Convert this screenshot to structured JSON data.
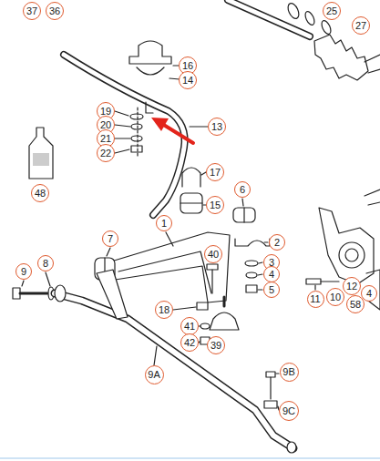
{
  "diagram": {
    "nodes": [
      {
        "text": [
          "37"
        ]
      },
      {
        "text": [
          "36"
        ]
      },
      {
        "text": [
          "25"
        ]
      },
      {
        "text": [
          "27"
        ]
      },
      {
        "text": [
          "16"
        ]
      },
      {
        "text": [
          "14"
        ]
      },
      {
        "text": [
          "19"
        ]
      },
      {
        "text": [
          "20"
        ]
      },
      {
        "text": [
          "13"
        ]
      },
      {
        "text": [
          "21"
        ]
      },
      {
        "text": [
          "22"
        ]
      },
      {
        "text": [
          "17"
        ]
      },
      {
        "text": [
          "6"
        ]
      },
      {
        "text": [
          "48"
        ]
      },
      {
        "text": [
          "15"
        ]
      },
      {
        "text": [
          "1"
        ]
      },
      {
        "text": [
          "7"
        ]
      },
      {
        "text": [
          "2"
        ]
      },
      {
        "text": [
          "40"
        ]
      },
      {
        "text": [
          "3"
        ]
      },
      {
        "text": [
          "8"
        ]
      },
      {
        "text": [
          "9"
        ]
      },
      {
        "text": [
          "4"
        ]
      },
      {
        "text": [
          "12"
        ]
      },
      {
        "text": [
          "5"
        ]
      },
      {
        "text": [
          "58"
        ]
      },
      {
        "text": [
          "10"
        ]
      },
      {
        "text": [
          "11"
        ]
      },
      {
        "text": [
          "4"
        ]
      },
      {
        "text": [
          "18"
        ]
      },
      {
        "text": [
          "41"
        ]
      },
      {
        "text": [
          "42"
        ]
      },
      {
        "text": [
          "39"
        ]
      },
      {
        "text": [
          "9B"
        ]
      },
      {
        "text": [
          "9A"
        ]
      },
      {
        "text": [
          "9C"
        ]
      }
    ]
  }
}
